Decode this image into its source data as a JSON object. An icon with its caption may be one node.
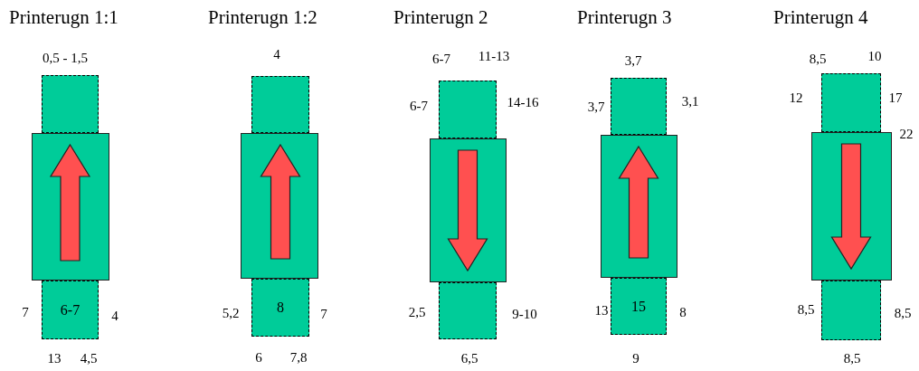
{
  "diagram": {
    "nodes": [
      {
        "text": [],
        "shape": "box",
        "beside": [
          "0,5 - 1,5"
        ]
      },
      {
        "text": [],
        "shape": "box"
      },
      {
        "text": [
          "6-7"
        ],
        "beside": [
          "7",
          "4",
          "13",
          "4,5"
        ]
      },
      {
        "text": [],
        "shape": "box",
        "beside": [
          "4"
        ]
      },
      {
        "text": [],
        "shape": "box"
      },
      {
        "text": [
          "8"
        ],
        "beside": [
          "5,2",
          "7",
          "6",
          "7,8"
        ]
      },
      {
        "text": [],
        "shape": "box",
        "beside": [
          "6-7",
          "11-13",
          "6-7",
          "14-16"
        ]
      },
      {
        "text": [],
        "shape": "box"
      },
      {
        "text": [],
        "shape": "box",
        "beside": [
          "2,5",
          "9-10",
          "6,5"
        ]
      },
      {
        "text": [],
        "shape": "box",
        "beside": [
          "3,7",
          "3,7",
          "3,1"
        ]
      },
      {
        "text": [],
        "shape": "box"
      },
      {
        "text": [
          "15"
        ],
        "beside": [
          "13",
          "8",
          "9"
        ]
      },
      {
        "text": [],
        "shape": "box",
        "beside": [
          "8,5",
          "10",
          "12",
          "17"
        ]
      },
      {
        "text": [],
        "shape": "box",
        "beside": [
          "22"
        ]
      },
      {
        "text": [],
        "shape": "box",
        "beside": [
          "8,5",
          "8,5",
          "8,5"
        ]
      }
    ],
    "edges": [
      {
        "from": 2,
        "to": 0,
        "arrow": "to",
        "style": "thick"
      },
      {
        "from": 5,
        "to": 3,
        "arrow": "to",
        "style": "thick"
      },
      {
        "from": 6,
        "to": 8,
        "arrow": "to",
        "style": "thick"
      },
      {
        "from": 11,
        "to": 9,
        "arrow": "to",
        "style": "thick"
      },
      {
        "from": 12,
        "to": 14,
        "arrow": "to",
        "style": "thick"
      }
    ],
    "labels": [
      "Printerugn 1:1",
      "Printerugn 1:2",
      "Printerugn 2",
      "Printerugn 3",
      "Printerugn 4"
    ]
  }
}
